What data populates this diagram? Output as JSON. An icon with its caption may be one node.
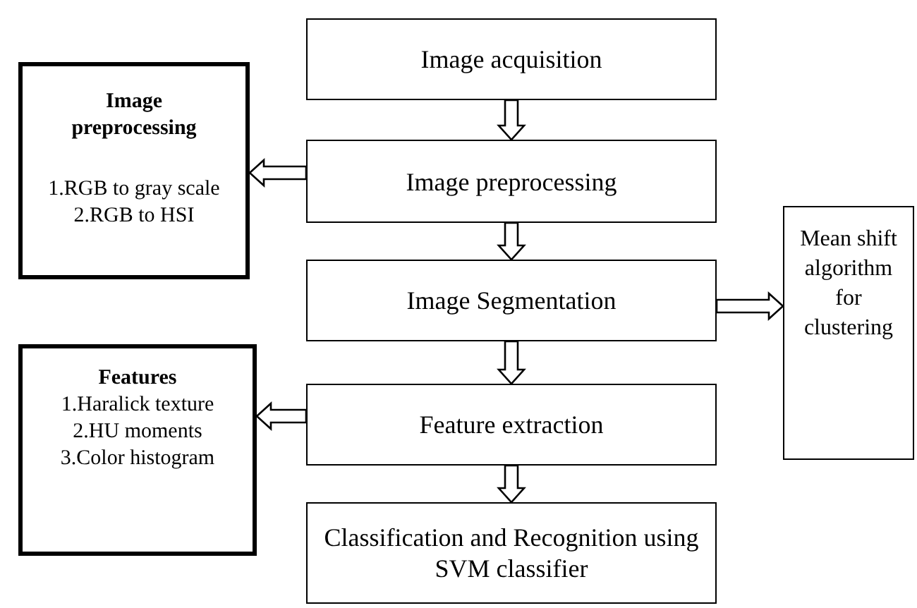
{
  "diagram": {
    "nodes": [
      {
        "text": [
          "Image acquisition"
        ]
      },
      {
        "text": [
          "Image preprocessing",
          "1.RGB to gray scale",
          "2.RGB to HSI"
        ]
      },
      {
        "text": [
          "Image preprocessing"
        ]
      },
      {
        "text": [
          "Image Segmentation"
        ]
      },
      {
        "text": [
          "Mean shift algorithm for clustering"
        ]
      },
      {
        "text": [
          "Features",
          "1.Haralick texture",
          "2.HU moments",
          "3.Color histogram"
        ]
      },
      {
        "text": [
          "Feature extraction"
        ]
      },
      {
        "text": [
          "Classification and Recognition using SVM classifier"
        ]
      }
    ],
    "edges": [
      {
        "from": 0,
        "to": 2,
        "arrow": "to"
      },
      {
        "from": 2,
        "to": 1,
        "arrow": "to"
      },
      {
        "from": 2,
        "to": 3,
        "arrow": "to"
      },
      {
        "from": 3,
        "to": 4,
        "arrow": "to"
      },
      {
        "from": 3,
        "to": 6,
        "arrow": "to"
      },
      {
        "from": 6,
        "to": 5,
        "arrow": "to"
      },
      {
        "from": 6,
        "to": 7,
        "arrow": "to"
      }
    ]
  }
}
